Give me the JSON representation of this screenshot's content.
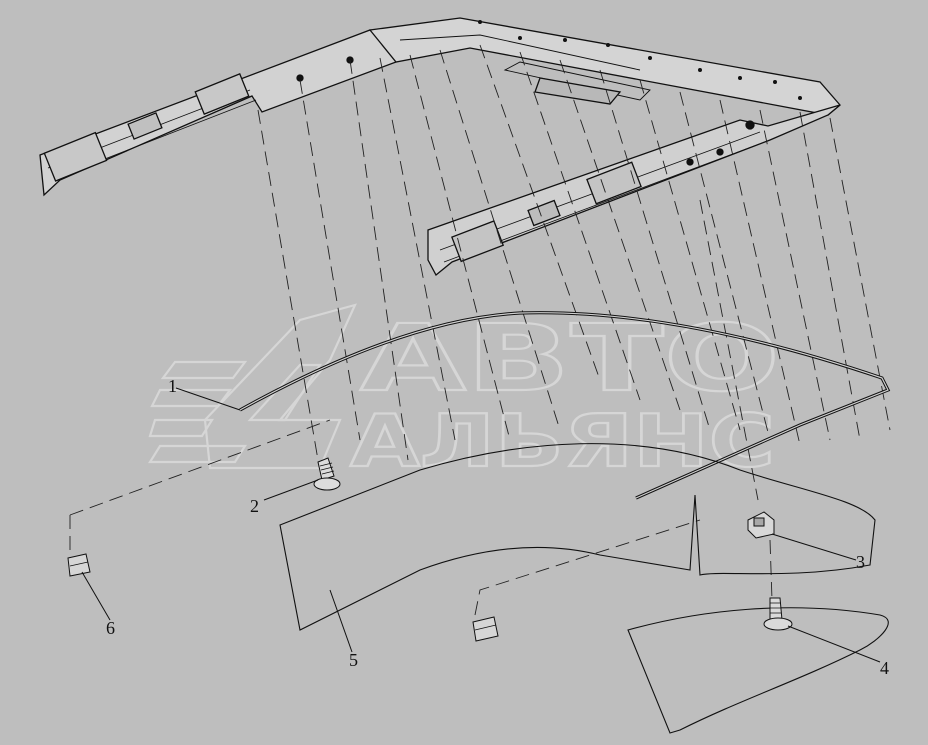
{
  "watermark": {
    "line1": "АВТО",
    "line2": "АЛЬЯНС"
  },
  "callouts": [
    {
      "id": "1",
      "label": "1"
    },
    {
      "id": "2",
      "label": "2"
    },
    {
      "id": "3",
      "label": "3"
    },
    {
      "id": "4",
      "label": "4"
    },
    {
      "id": "5",
      "label": "5"
    },
    {
      "id": "6",
      "label": "6"
    }
  ]
}
